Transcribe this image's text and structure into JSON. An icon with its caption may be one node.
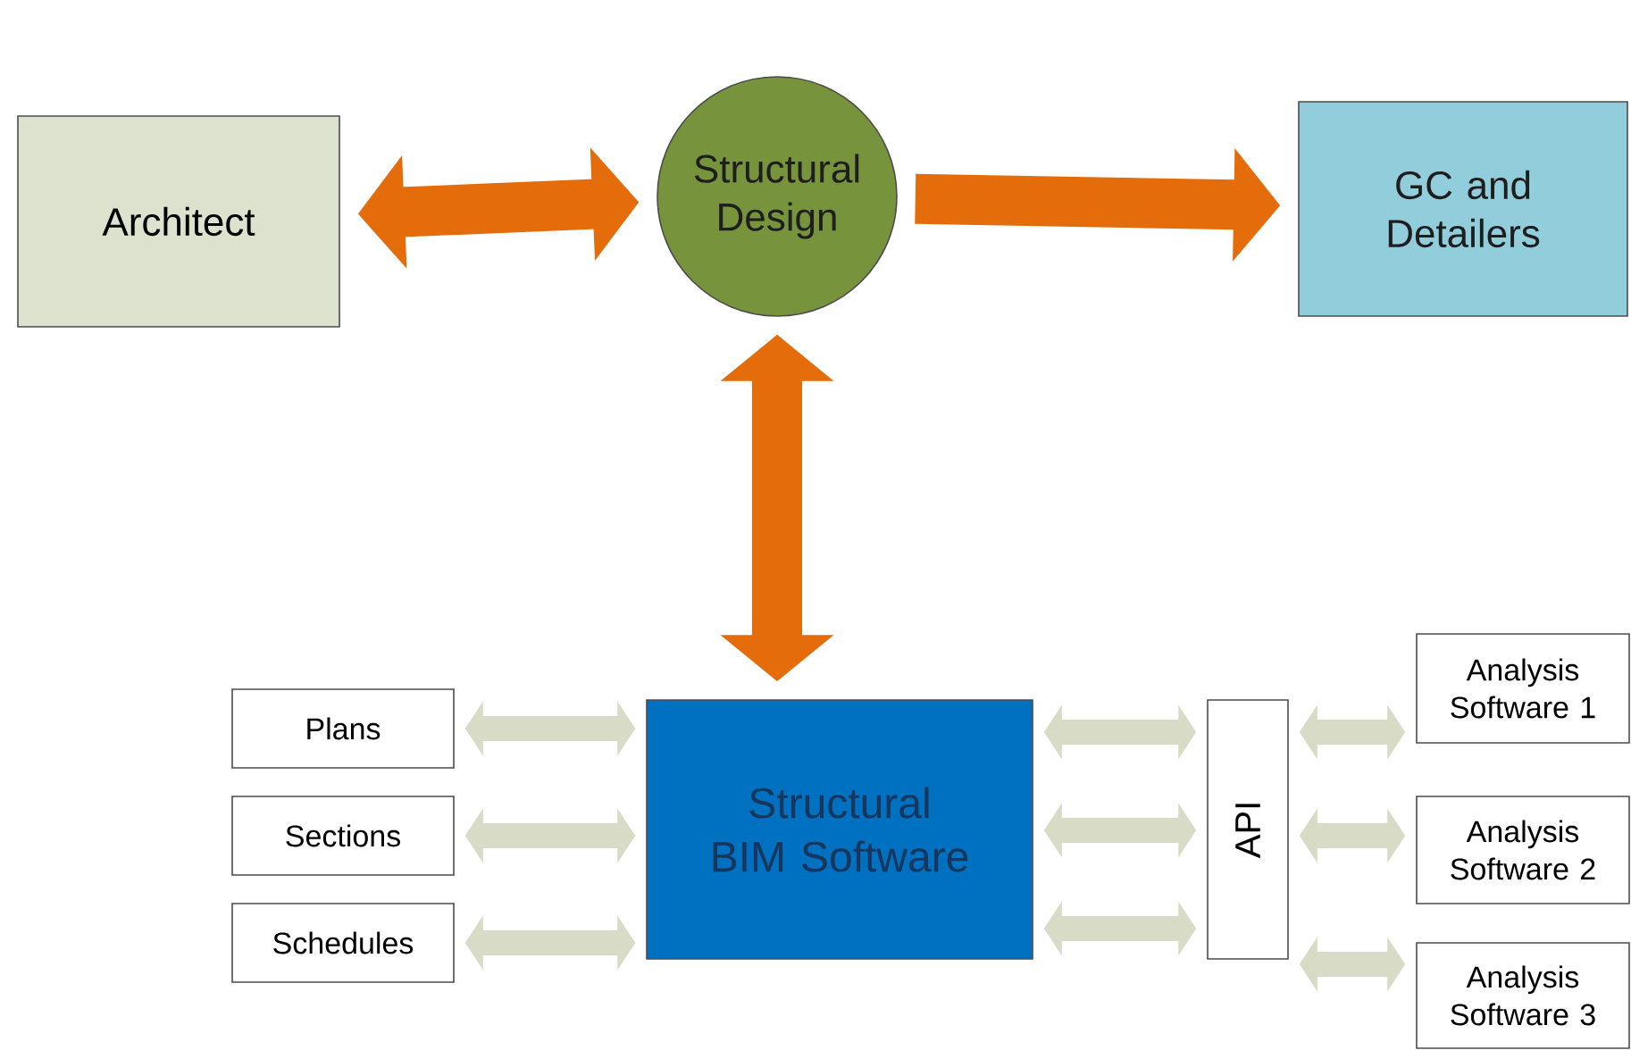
{
  "diagram": {
    "nodes": [
      {
        "text": [
          "Architect"
        ]
      },
      {
        "text": [
          "Structural Design"
        ]
      },
      {
        "text": [
          "GC and Detailers"
        ]
      },
      {
        "text": [
          "Structural BIM Software"
        ]
      },
      {
        "text": [
          "Plans"
        ]
      },
      {
        "text": [
          "Sections"
        ]
      },
      {
        "text": [
          "Schedules"
        ]
      },
      {
        "text": [
          "API"
        ]
      },
      {
        "text": [
          "Analysis Software 1"
        ]
      },
      {
        "text": [
          "Analysis Software 2"
        ]
      },
      {
        "text": [
          "Analysis Software 3"
        ]
      }
    ],
    "edges": [
      {
        "from": 0,
        "to": 1,
        "arrow": "both",
        "style": "thick",
        "color": "#e46c0a"
      },
      {
        "from": 1,
        "to": 2,
        "arrow": "to",
        "style": "thick",
        "color": "#e46c0a"
      },
      {
        "from": 1,
        "to": 3,
        "arrow": "both",
        "style": "thick",
        "color": "#e46c0a"
      },
      {
        "from": 4,
        "to": 3,
        "arrow": "both"
      },
      {
        "from": 5,
        "to": 3,
        "arrow": "both"
      },
      {
        "from": 6,
        "to": 3,
        "arrow": "both"
      },
      {
        "from": 3,
        "to": 7,
        "arrow": "both"
      },
      {
        "from": 3,
        "to": 7,
        "arrow": "both"
      },
      {
        "from": 3,
        "to": 7,
        "arrow": "both"
      },
      {
        "from": 7,
        "to": 8,
        "arrow": "both"
      },
      {
        "from": 7,
        "to": 9,
        "arrow": "both"
      },
      {
        "from": 7,
        "to": 10,
        "arrow": "both"
      }
    ]
  }
}
